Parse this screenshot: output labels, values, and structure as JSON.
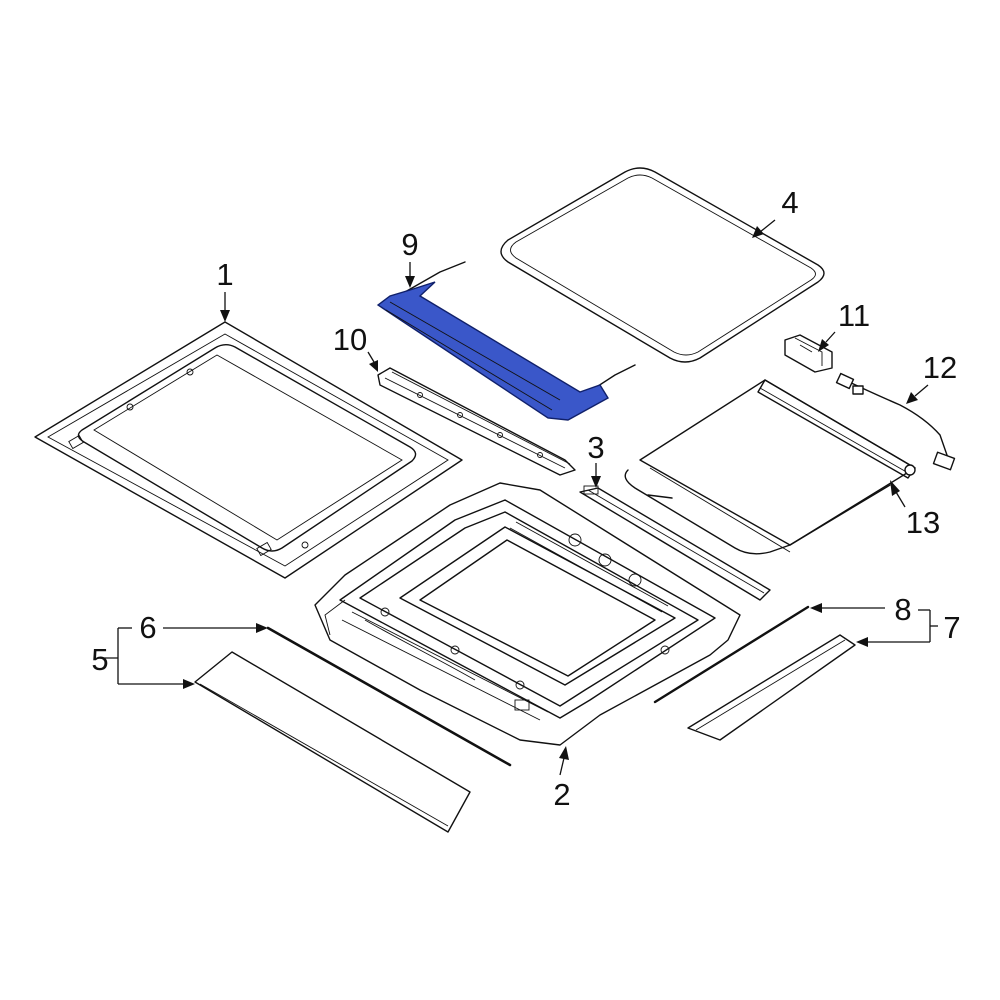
{
  "diagram": {
    "highlight_color": "#3a57c9",
    "callouts": {
      "c1": "1",
      "c2": "2",
      "c3": "3",
      "c4": "4",
      "c5": "5",
      "c6": "6",
      "c7": "7",
      "c8": "8",
      "c9": "9",
      "c10": "10",
      "c11": "11",
      "c12": "12",
      "c13": "13"
    }
  }
}
